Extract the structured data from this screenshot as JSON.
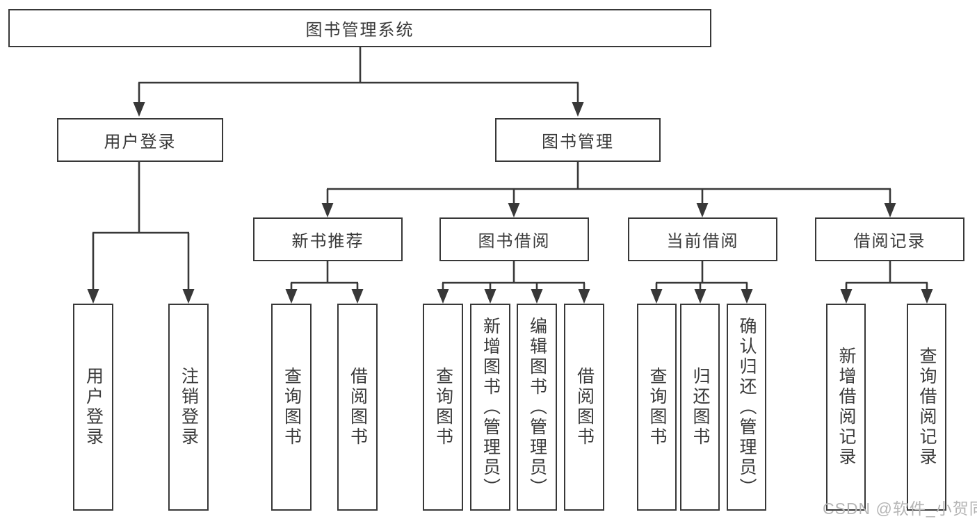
{
  "colors": {
    "line": "#383838",
    "text": "#3a3a3a",
    "background": "#ffffff",
    "watermark": "#b5b5b5"
  },
  "watermark": "CSDN @软件_小贺同学",
  "tree": {
    "root": {
      "label": "图书管理系统",
      "children": [
        {
          "label": "用户登录",
          "children": [
            {
              "label": "用户登录"
            },
            {
              "label": "注销登录"
            }
          ]
        },
        {
          "label": "图书管理",
          "children": [
            {
              "label": "新书推荐",
              "children": [
                {
                  "label": "查询图书"
                },
                {
                  "label": "借阅图书"
                }
              ]
            },
            {
              "label": "图书借阅",
              "children": [
                {
                  "label": "查询图书"
                },
                {
                  "label": "新增图书（管理员）"
                },
                {
                  "label": "编辑图书（管理员）"
                },
                {
                  "label": "借阅图书"
                }
              ]
            },
            {
              "label": "当前借阅",
              "children": [
                {
                  "label": "查询图书"
                },
                {
                  "label": "归还图书"
                },
                {
                  "label": "确认归还（管理员）"
                }
              ]
            },
            {
              "label": "借阅记录",
              "children": [
                {
                  "label": "新增借阅记录"
                },
                {
                  "label": "查询借阅记录"
                }
              ]
            }
          ]
        }
      ]
    }
  }
}
